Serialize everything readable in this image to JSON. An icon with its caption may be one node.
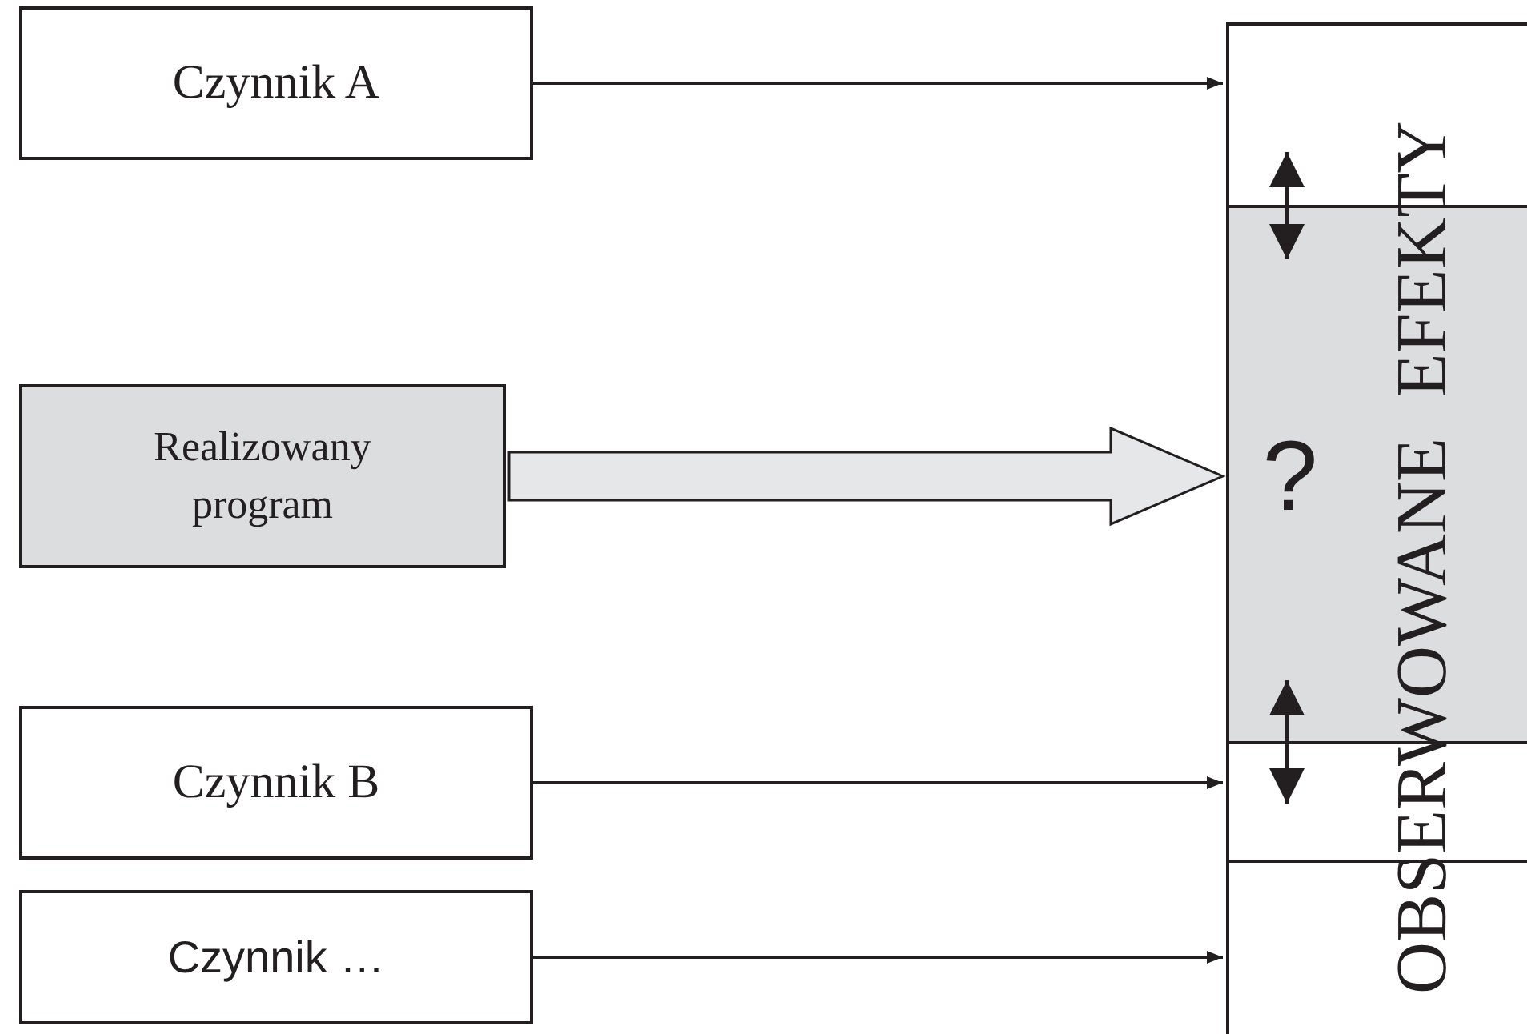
{
  "diagram": {
    "nodes": [
      {
        "text": [
          "Czynnik A"
        ]
      },
      {
        "text": [
          "Realizowany program"
        ]
      },
      {
        "text": [
          "Czynnik B"
        ]
      },
      {
        "text": [
          "Czynnik …"
        ]
      },
      {
        "text": [
          "OBSERWOWANE EFEKTY"
        ]
      },
      {
        "text": [
          "?"
        ],
        "in": 4
      }
    ],
    "edges": [
      {
        "from": 0,
        "to": 4,
        "arrow": "to"
      },
      {
        "from": 1,
        "to": 5,
        "arrow": "to",
        "style": "thick"
      },
      {
        "from": 2,
        "to": 4,
        "arrow": "to"
      },
      {
        "from": 3,
        "to": 4,
        "arrow": "to"
      }
    ]
  }
}
